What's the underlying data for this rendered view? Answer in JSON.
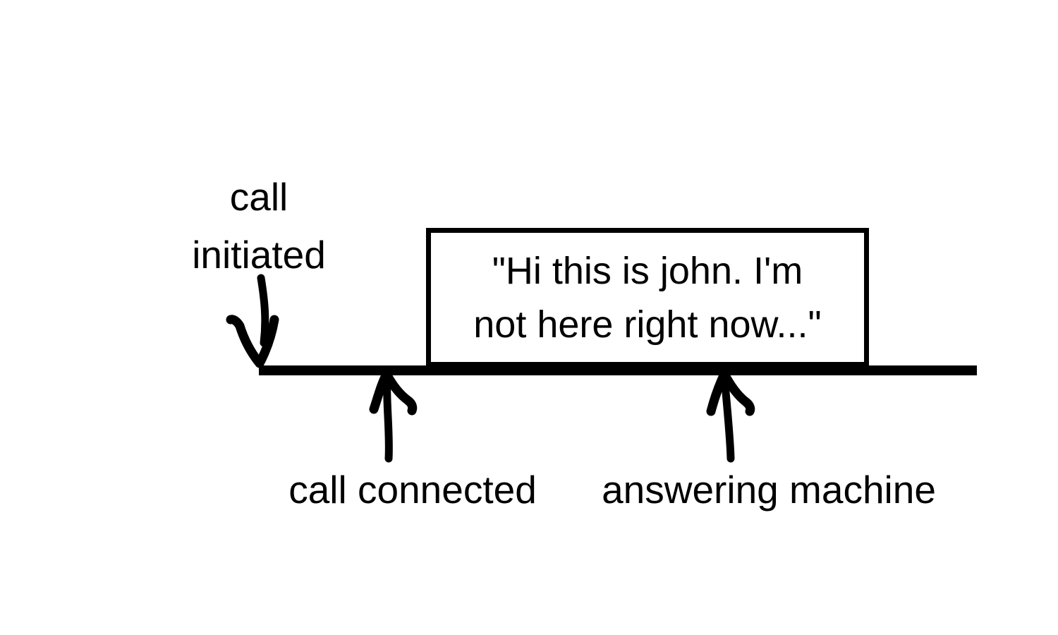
{
  "diagram": {
    "type": "call-timeline",
    "colors": {
      "ink": "#000000",
      "background": "#ffffff"
    },
    "timeline_events": [
      {
        "label": "call initiated",
        "arrow_direction": "down",
        "position": "line-start"
      },
      {
        "label": "call connected",
        "arrow_direction": "up",
        "position": "before-box"
      },
      {
        "label": "answering machine",
        "arrow_direction": "up",
        "position": "under-box"
      }
    ]
  },
  "labels": {
    "call_initiated": "call\ninitiated",
    "call_connected": "call connected",
    "answering_machine": "answering machine",
    "message": "\"Hi this is john. I'm\nnot here right now...\""
  }
}
